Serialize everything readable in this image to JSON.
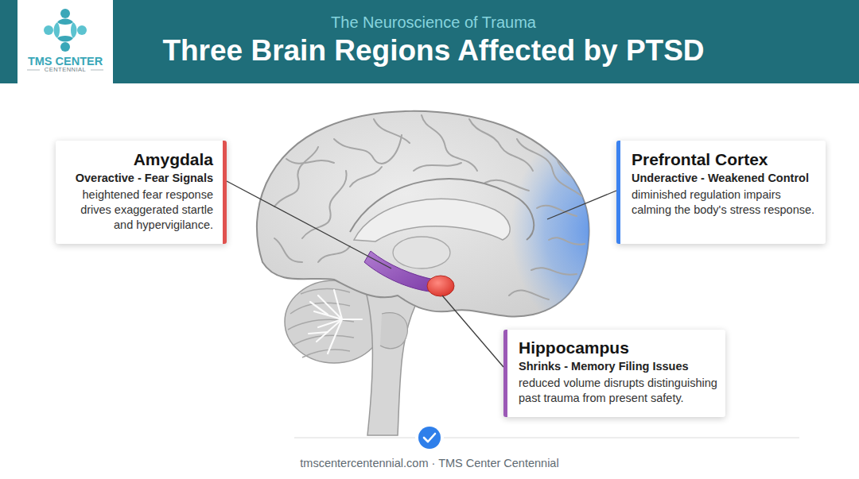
{
  "diagram": {
    "title": "Three Brain Regions Affected by PTSD",
    "nodes": [
      {
        "text": [
          "Amygdala",
          "Overactive - Fear Signals",
          "heightened fear response drives exaggerated startle and hypervigilance."
        ]
      },
      {
        "text": [
          "Prefrontal Cortex",
          "Underactive - Weakened Control",
          "diminished regulation impairs calming the body's stress response."
        ]
      },
      {
        "text": [
          "Hippocampus",
          "Shrinks - Memory Filing Issues",
          "reduced volume disrupts distinguishing past trauma from present safety."
        ]
      }
    ],
    "labels": [
      "The Neuroscience of Trauma",
      "TMS CENTER",
      "CENTENNIAL",
      "tmscentercentennial.com · TMS Center Centennial"
    ]
  }
}
